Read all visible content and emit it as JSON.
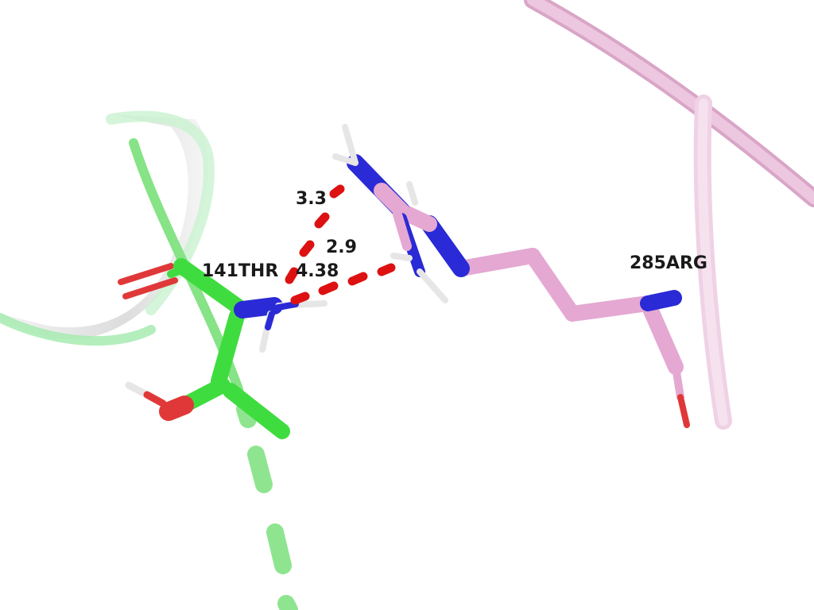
{
  "labels": {
    "residue_a": "141THR",
    "residue_b": "285ARG",
    "distance_1": "3.3",
    "distance_2": "2.9",
    "distance_3": "4.38"
  },
  "colors": {
    "background": "#ffffff",
    "carbon_thr": "#3fdc3f",
    "carbon_arg": "#e4a8d2",
    "nitrogen": "#2a2ad6",
    "oxygen": "#e03838",
    "hydrogen": "#e6e6e6",
    "ribbon_thr": "#8fe58f",
    "ribbon_arg": "#e8bcd8",
    "distance_dash": "#dd1111"
  }
}
